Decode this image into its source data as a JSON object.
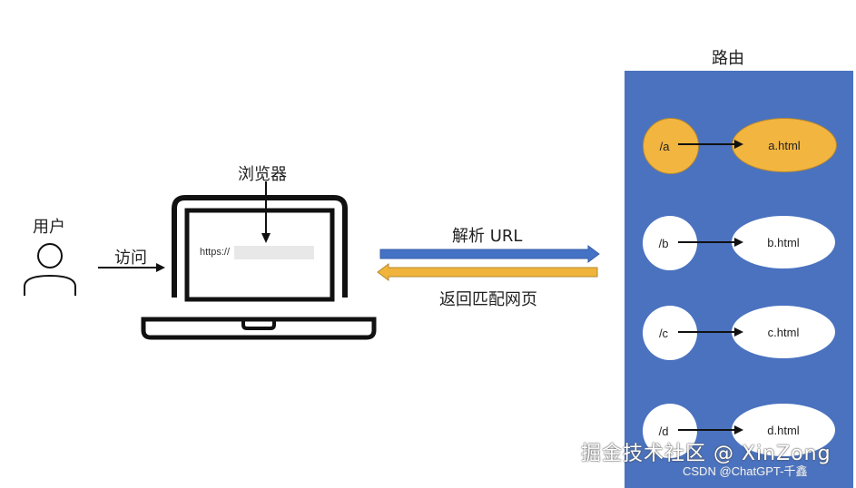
{
  "user": {
    "label": "用户"
  },
  "visit_arrow": {
    "label": "访问"
  },
  "browser": {
    "label": "浏览器",
    "url_text": "https://"
  },
  "forward_arrow": {
    "label": "解析 URL",
    "color": "#4472c4"
  },
  "return_arrow": {
    "label": "返回匹配网页",
    "color": "#f0b43c"
  },
  "router": {
    "title": "路由",
    "background": "#4a72bf",
    "routes": [
      {
        "path": "/a",
        "page": "a.html",
        "highlighted": true
      },
      {
        "path": "/b",
        "page": "b.html",
        "highlighted": false
      },
      {
        "path": "/c",
        "page": "c.html",
        "highlighted": false
      },
      {
        "path": "/d",
        "page": "d.html",
        "highlighted": false
      }
    ]
  },
  "watermarks": {
    "primary": "掘金技术社区 @ XinZong",
    "secondary": "CSDN @ChatGPT-千鑫"
  },
  "colors": {
    "highlight": "#f2b540",
    "node": "#ffffff",
    "panel": "#4a72bf"
  }
}
